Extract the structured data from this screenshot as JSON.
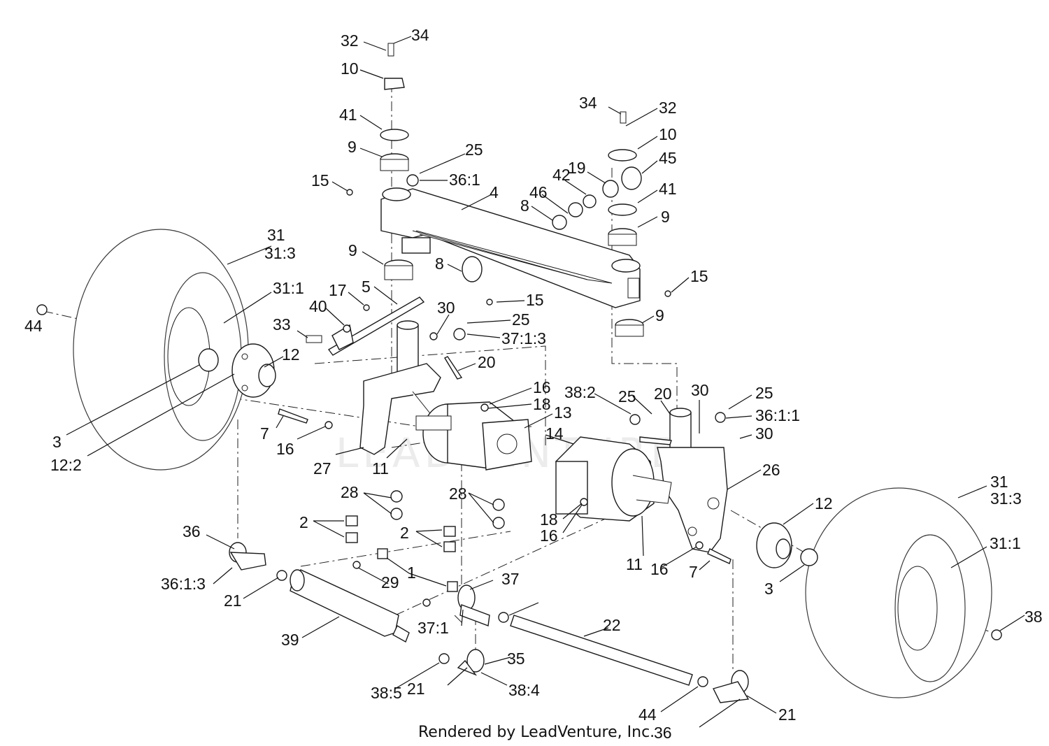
{
  "credit": "Rendered by LeadVenture, Inc.",
  "watermark": "LEADVENTURE",
  "callouts": [
    "32",
    "34",
    "10",
    "41",
    "9",
    "25",
    "36:1",
    "15",
    "4",
    "42",
    "19",
    "45",
    "46",
    "8",
    "34",
    "32",
    "10",
    "41",
    "9",
    "31",
    "31:3",
    "9",
    "8",
    "15",
    "31:1",
    "17",
    "5",
    "40",
    "33",
    "44",
    "30",
    "25",
    "37:1:3",
    "15",
    "9",
    "12",
    "20",
    "16",
    "18",
    "13",
    "38:2",
    "25",
    "20",
    "30",
    "25",
    "36:1:1",
    "14",
    "30",
    "3",
    "12:2",
    "7",
    "16",
    "27",
    "11",
    "26",
    "28",
    "28",
    "2",
    "2",
    "18",
    "16",
    "36",
    "12",
    "31",
    "31:3",
    "31:1",
    "36:1:3",
    "1",
    "29",
    "21",
    "37",
    "11",
    "16",
    "7",
    "3",
    "37:1",
    "22",
    "39",
    "35",
    "38:5",
    "21",
    "38:4",
    "38",
    "44",
    "21",
    "36",
    "36:1:3"
  ]
}
